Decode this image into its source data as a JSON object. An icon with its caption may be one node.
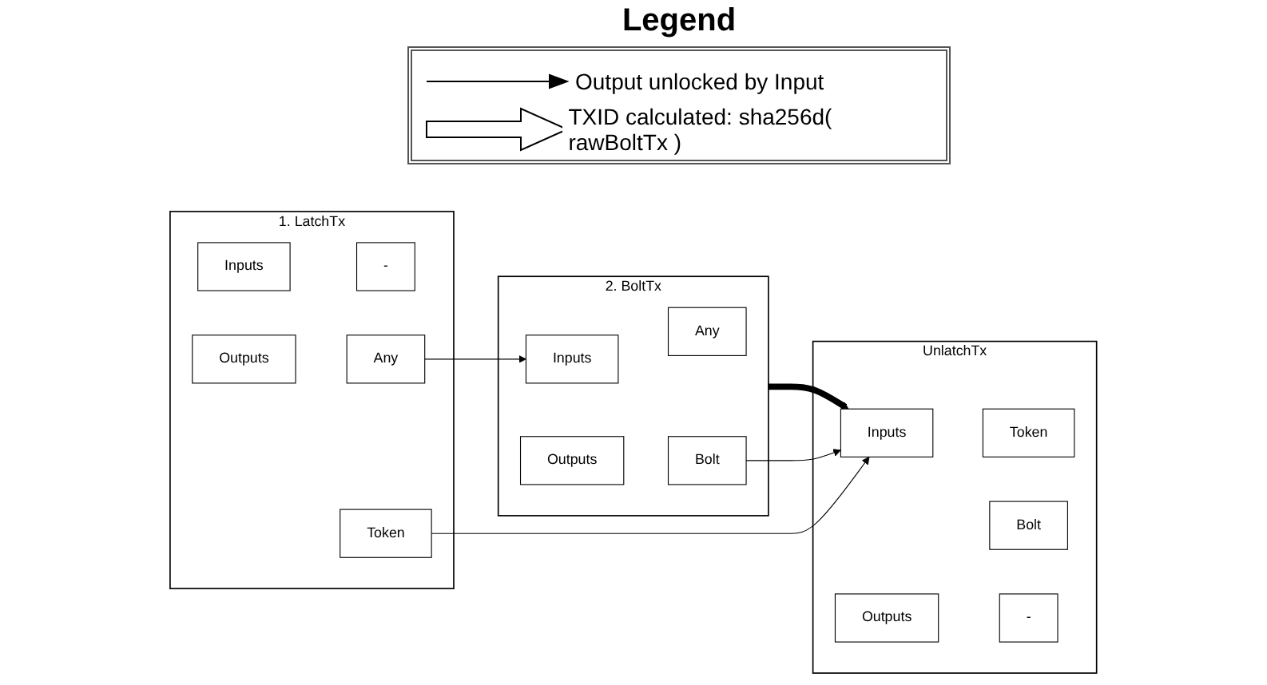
{
  "diagram": {
    "nodes": [
      {
        "text": [
          "1. LatchTx"
        ]
      },
      {
        "text": [
          "Inputs"
        ],
        "in": 0
      },
      {
        "text": [
          "-"
        ],
        "in": 0
      },
      {
        "text": [
          "Outputs"
        ],
        "in": 0
      },
      {
        "text": [
          "Any"
        ],
        "in": 0
      },
      {
        "text": [
          "Token"
        ],
        "in": 0
      },
      {
        "text": [
          "2. BoltTx"
        ]
      },
      {
        "text": [
          "Inputs"
        ],
        "in": 6
      },
      {
        "text": [
          "Any"
        ],
        "in": 6
      },
      {
        "text": [
          "Outputs"
        ],
        "in": 6
      },
      {
        "text": [
          "Bolt"
        ],
        "in": 6
      },
      {
        "text": [
          "UnlatchTx"
        ]
      },
      {
        "text": [
          "Inputs"
        ],
        "in": 11
      },
      {
        "text": [
          "Token"
        ],
        "in": 11
      },
      {
        "text": [
          "Bolt"
        ],
        "in": 11
      },
      {
        "text": [
          "Outputs"
        ],
        "in": 11
      },
      {
        "text": [
          "-"
        ],
        "in": 11
      }
    ],
    "edges": [
      {
        "from": 4,
        "to": 7,
        "arrow": "to"
      },
      {
        "from": 10,
        "to": 12,
        "arrow": "to"
      },
      {
        "from": 5,
        "to": 12,
        "arrow": "to"
      },
      {
        "from": 6,
        "to": 12,
        "arrow": "to",
        "style": "thick"
      }
    ],
    "labels": [
      "Legend"
    ],
    "legend": [
      {
        "text": "Output unlocked by Input"
      },
      {
        "text": "TXID calculated: sha256d( rawBoltTx )"
      }
    ]
  }
}
